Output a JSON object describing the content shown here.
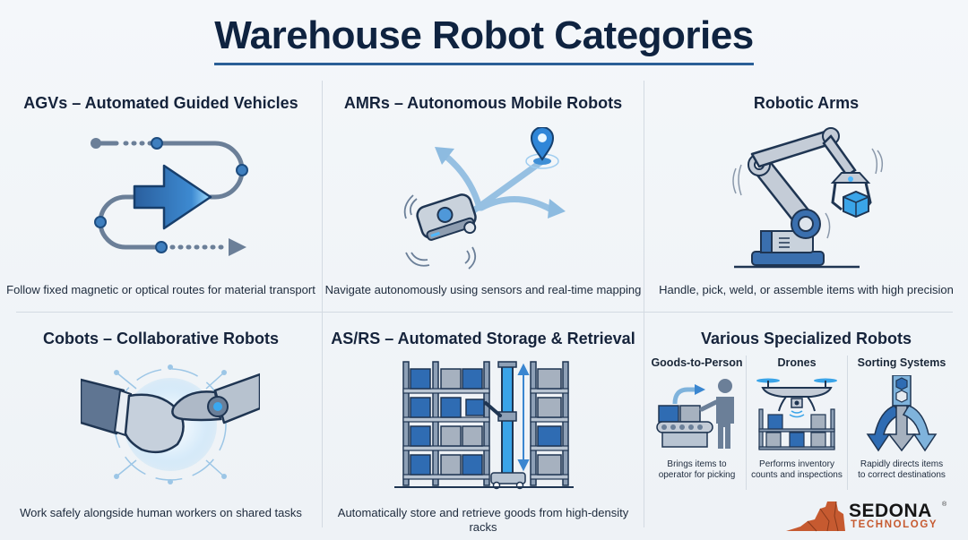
{
  "header": {
    "title": "Warehouse Robot Categories"
  },
  "colors": {
    "title": "#0f2340",
    "underline": "#2a5f97",
    "primary_blue": "#2c6fb5",
    "steel_gray": "#6b7f98",
    "light_blue": "#7fb3dc",
    "glow": "#35a6ee",
    "brand_orange": "#c65a30"
  },
  "categories": [
    {
      "title": "AGVs – Automated Guided Vehicles",
      "description": "Follow fixed magnetic or optical routes for material transport",
      "icon": "route-arrow-icon"
    },
    {
      "title": "AMRs – Autonomous Mobile Robots",
      "description": "Navigate autonomously using sensors and real-time mapping",
      "icon": "mobile-robot-map-pin-icon"
    },
    {
      "title": "Robotic Arms",
      "description": "Handle, pick, weld, or assemble items with high precision",
      "icon": "robotic-arm-icon"
    },
    {
      "title": "Cobots – Collaborative Robots",
      "description": "Work safely alongside human workers on shared tasks",
      "icon": "human-robot-handshake-icon"
    },
    {
      "title": "AS/RS – Automated Storage & Retrieval",
      "description": "Automatically store and retrieve goods from high-density racks",
      "icon": "storage-rack-crane-icon"
    },
    {
      "title": "Various Specialized Robots",
      "subcategories": [
        {
          "title": "Goods-to-Person",
          "description_line1": "Brings items to",
          "description_line2": "operator for picking",
          "icon": "conveyor-person-icon"
        },
        {
          "title": "Drones",
          "description_line1": "Performs inventory",
          "description_line2": "counts and inspections",
          "icon": "drone-icon"
        },
        {
          "title": "Sorting Systems",
          "description_line1": "Rapidly directs items",
          "description_line2": "to correct destinations",
          "icon": "sorting-arrows-icon"
        }
      ]
    }
  ],
  "logo": {
    "brand": "SEDONA",
    "registered": "®",
    "tagline": "TECHNOLOGY"
  }
}
